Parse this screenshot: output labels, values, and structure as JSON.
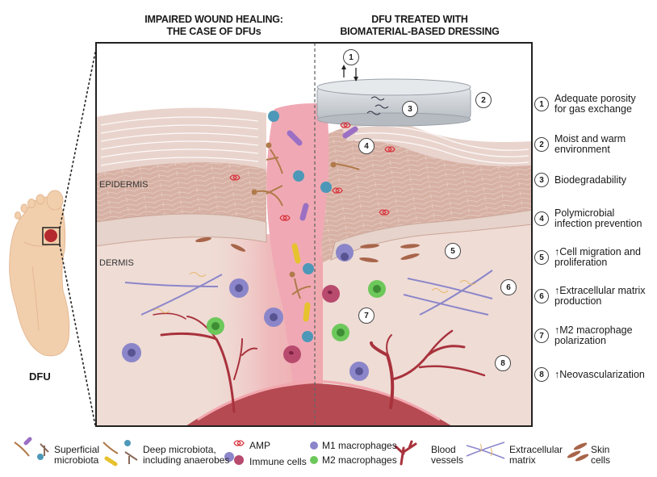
{
  "headings": {
    "left": [
      "IMPAIRED WOUND HEALING:",
      "THE CASE OF DFUs"
    ],
    "right": [
      "DFU TREATED WITH",
      "BIOMATERIAL-BASED DRESSING"
    ]
  },
  "layer_labels": {
    "epidermis": "EPIDERMIS",
    "dermis": "DERMIS"
  },
  "foot_label": "DFU",
  "scene_numbers": [
    "1",
    "2",
    "3",
    "4",
    "5",
    "6",
    "7",
    "8"
  ],
  "features": [
    {
      "num": "1",
      "lines": [
        "Adequate porosity",
        "for gas exchange"
      ]
    },
    {
      "num": "2",
      "lines": [
        "Moist and warm",
        "environment"
      ]
    },
    {
      "num": "3",
      "lines": [
        "Biodegradability"
      ]
    },
    {
      "num": "4",
      "lines": [
        "Polymicrobial",
        "infection prevention"
      ]
    },
    {
      "num": "5",
      "lines": [
        "↑Cell migration and",
        "proliferation"
      ]
    },
    {
      "num": "6",
      "lines": [
        "↑Extracellular matrix",
        "production"
      ]
    },
    {
      "num": "7",
      "lines": [
        "↑M2 macrophage",
        "polarization"
      ]
    },
    {
      "num": "8",
      "lines": [
        "↑Neovascularization"
      ]
    }
  ],
  "legend": {
    "superficial": [
      "Superficial",
      "microbiota"
    ],
    "deep": [
      "Deep microbiota,",
      "including anaerobes"
    ],
    "amp": "AMP",
    "immune": "Immune cells",
    "m1": "M1 macrophages",
    "m2": "M2 macrophages",
    "vessels": [
      "Blood",
      "vessels"
    ],
    "ecm": [
      "Extracellular",
      "matrix"
    ],
    "skin": [
      "Skin",
      "cells"
    ]
  },
  "colors": {
    "wound_pink": "#f0a9b4",
    "dermis": "#efdcd5",
    "epidermis": "#d9b5a8",
    "vessel": "#a8323c",
    "m1": "#8b86c9",
    "m2": "#6cc85a",
    "cocci": "#4d98b8",
    "amp": "#d9343e",
    "dressing": "#c9ced3"
  }
}
